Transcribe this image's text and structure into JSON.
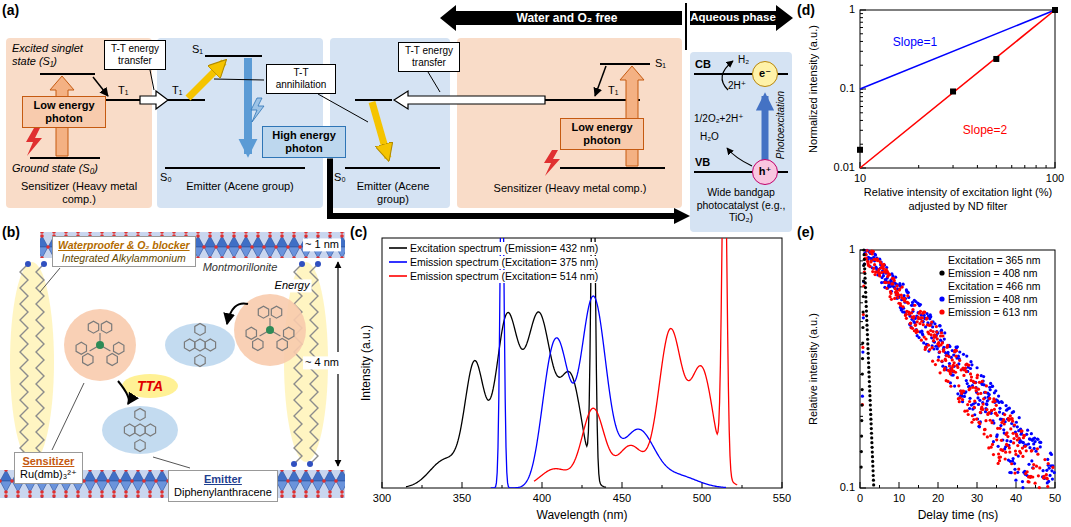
{
  "diagram": {
    "nodes": [
      {
        "text": [
          "Excited singlet state (S₁)",
          "T₁",
          "Ground state (S₀)",
          "Sensitizer (Heavy metal comp.)"
        ]
      },
      {
        "text": [
          "Low energy photon"
        ],
        "in": 0
      },
      {
        "text": [
          "T-T energy transfer"
        ]
      },
      {
        "text": [
          "S₁",
          "T₁",
          "S₀",
          "Emitter (Acene group)"
        ]
      },
      {
        "text": [
          "High energy photon"
        ]
      },
      {
        "text": [
          "T-T annihilation"
        ]
      },
      {
        "text": [
          "S₀",
          "Emitter (Acene group)"
        ]
      },
      {
        "text": [
          "T-T energy transfer"
        ]
      },
      {
        "text": [
          "S₁",
          "T₁",
          "Sensitizer (Heavy metal comp.)"
        ]
      },
      {
        "text": [
          "Low energy photon"
        ],
        "in": 8
      },
      {
        "text": [
          "CB",
          "VB",
          "Photoexcitation",
          "Wide bandgap photocatalyst (e.g., TiO₂)",
          "H₂",
          "2H⁺",
          "1/2O₂+2H⁺",
          "H₂O"
        ]
      },
      {
        "text": [
          "e⁻"
        ],
        "in": 10
      },
      {
        "text": [
          "h⁺"
        ],
        "in": 10
      },
      {
        "text": [
          "Waterproofer & O₂ blocker",
          "Integrated Alkylammonium"
        ]
      },
      {
        "text": [
          "Sensitizer",
          "Ru(dmb)₃²⁺"
        ]
      },
      {
        "text": [
          "Emitter",
          "Diphenylanthracene"
        ]
      }
    ],
    "edges": [
      {
        "from": 4,
        "to": 10,
        "arrow": "to"
      }
    ],
    "labels": [
      "(a)",
      "Water and O₂ free",
      "Aqueous phase",
      "(b)",
      "Montmorillonite",
      "~ 1 nm",
      "~ 4 nm",
      "Energy",
      "TTA",
      "(c)",
      "Intensity (a.u.)",
      "Wavelength (nm)",
      "300",
      "350",
      "400",
      "450",
      "500",
      "550",
      "(d)",
      "Normalized intensity (a.u.)",
      "1",
      "0.1",
      "0.01",
      "10",
      "100",
      "Relative intensity of excitation light (%)",
      "adjusted by ND filter",
      "Slope=1",
      "Slope=2",
      "(e)",
      "Relative intensity (a.u.)",
      "1",
      "0.1",
      "0",
      "10",
      "20",
      "30",
      "40",
      "50",
      "Delay time (ns)"
    ],
    "legend": [
      {
        "text": "Excitation spectrum (Emission= 432 nm)"
      },
      {
        "text": "Emission spectrum (Excitation= 375 nm)"
      },
      {
        "text": "Emission spectrum (Excitation= 514 nm)"
      },
      {
        "text": "Excitation = 365 nm"
      },
      {
        "text": "Emission = 408 nm"
      },
      {
        "text": "Excitation = 466 nm"
      },
      {
        "text": "Emission = 408 nm"
      },
      {
        "text": "Emission = 613 nm"
      }
    ]
  }
}
